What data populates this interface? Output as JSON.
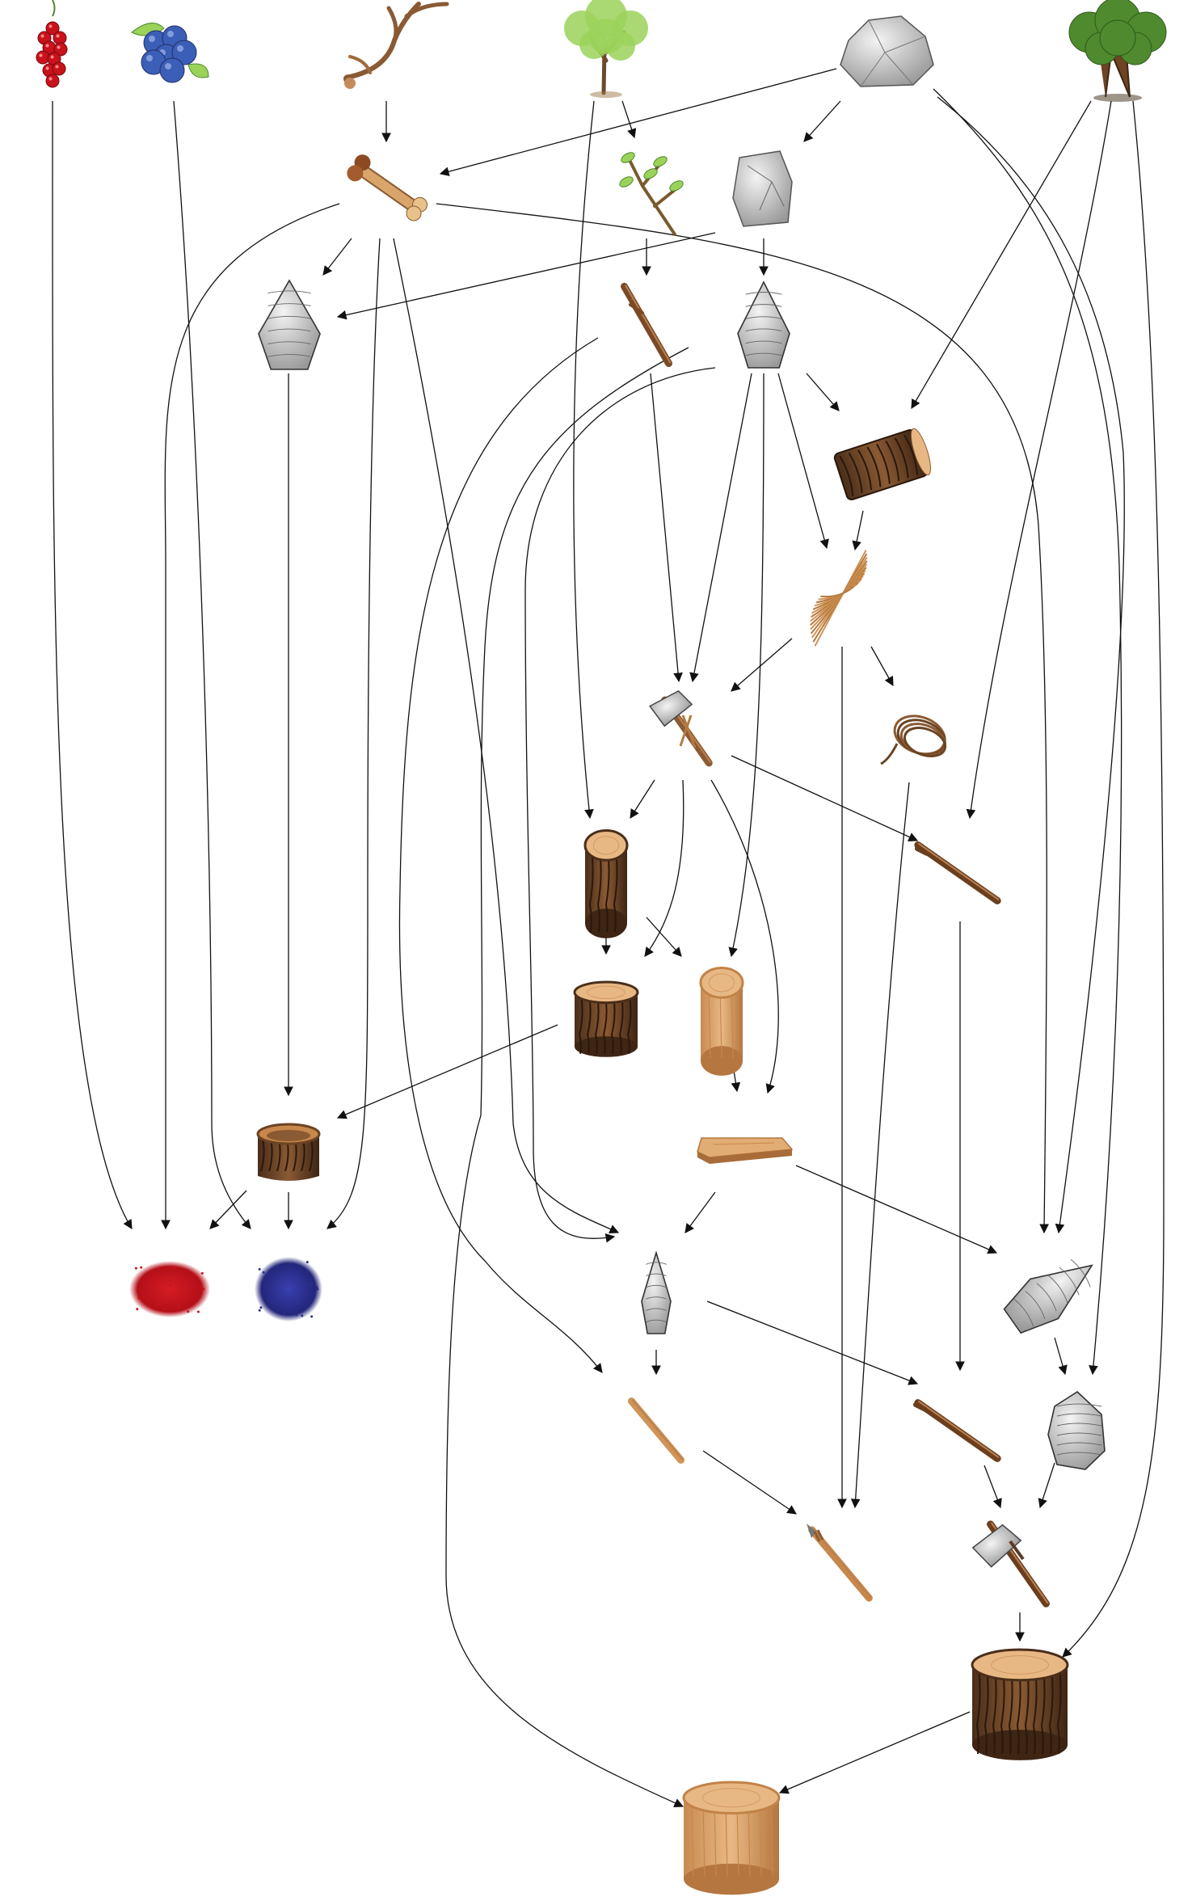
{
  "diagram": {
    "type": "crafting-dependency-graph",
    "colors": {
      "edge": "#111111",
      "bark_dark": "#5b3a22",
      "bark_mid": "#8a5a33",
      "wood_light": "#d9a067",
      "wood_core": "#e8b884",
      "stone_light": "#e7e7e7",
      "stone_dark": "#8c8c8c",
      "red_pigment": "#c8121c",
      "blue_pigment": "#2b2f8f",
      "leaf_light": "#9bd25a",
      "leaf_dark": "#4f8a2e"
    },
    "nodes": [
      {
        "id": "red-berries",
        "icon": "red-berries-icon"
      },
      {
        "id": "blueberries",
        "icon": "blueberries-icon"
      },
      {
        "id": "antler",
        "icon": "antler-icon"
      },
      {
        "id": "young-tree",
        "icon": "young-tree-icon"
      },
      {
        "id": "raw-stone",
        "icon": "raw-stone-icon"
      },
      {
        "id": "oak-tree",
        "icon": "oak-tree-icon"
      },
      {
        "id": "bone",
        "icon": "bone-icon"
      },
      {
        "id": "leafy-twig",
        "icon": "leafy-twig-icon"
      },
      {
        "id": "rock-chunk",
        "icon": "rock-chunk-icon"
      },
      {
        "id": "stone-handaxe",
        "icon": "stone-handaxe-icon"
      },
      {
        "id": "stick",
        "icon": "stick-icon"
      },
      {
        "id": "flint-core",
        "icon": "flint-core-icon"
      },
      {
        "id": "bark-slab",
        "icon": "bark-slab-icon"
      },
      {
        "id": "plant-fibers",
        "icon": "plant-fibers-icon"
      },
      {
        "id": "stone-hatchet",
        "icon": "stone-hatchet-icon"
      },
      {
        "id": "cord-coil",
        "icon": "cord-coil-icon"
      },
      {
        "id": "branch-club",
        "icon": "branch-club-icon"
      },
      {
        "id": "log-tall",
        "icon": "log-tall-icon"
      },
      {
        "id": "log-stump",
        "icon": "log-stump-icon"
      },
      {
        "id": "peeled-log",
        "icon": "peeled-log-icon"
      },
      {
        "id": "wood-plank",
        "icon": "wood-plank-icon"
      },
      {
        "id": "wooden-bowl",
        "icon": "wooden-bowl-icon"
      },
      {
        "id": "red-pigment",
        "icon": "red-pigment-icon"
      },
      {
        "id": "blue-pigment",
        "icon": "blue-pigment-icon"
      },
      {
        "id": "stone-point",
        "icon": "stone-point-icon"
      },
      {
        "id": "flint-blade",
        "icon": "flint-blade-icon"
      },
      {
        "id": "wooden-shaft",
        "icon": "wooden-shaft-icon"
      },
      {
        "id": "handle-branch",
        "icon": "handle-branch-icon"
      },
      {
        "id": "flint-scraper",
        "icon": "flint-scraper-icon"
      },
      {
        "id": "bound-spear",
        "icon": "bound-spear-icon"
      },
      {
        "id": "hafted-axe",
        "icon": "hafted-axe-icon"
      },
      {
        "id": "bark-log",
        "icon": "bark-log-icon"
      },
      {
        "id": "cut-log",
        "icon": "cut-log-icon"
      }
    ],
    "edges": [
      {
        "from": "antler",
        "to": "bone"
      },
      {
        "from": "raw-stone",
        "to": "bone"
      },
      {
        "from": "young-tree",
        "to": "leafy-twig"
      },
      {
        "from": "raw-stone",
        "to": "rock-chunk"
      },
      {
        "from": "bone",
        "to": "stone-handaxe"
      },
      {
        "from": "rock-chunk",
        "to": "stone-handaxe"
      },
      {
        "from": "leafy-twig",
        "to": "stick"
      },
      {
        "from": "rock-chunk",
        "to": "flint-core"
      },
      {
        "from": "flint-core",
        "to": "bark-slab"
      },
      {
        "from": "oak-tree",
        "to": "bark-slab"
      },
      {
        "from": "bark-slab",
        "to": "plant-fibers"
      },
      {
        "from": "flint-core",
        "to": "plant-fibers"
      },
      {
        "from": "stick",
        "to": "stone-hatchet"
      },
      {
        "from": "flint-core",
        "to": "stone-hatchet"
      },
      {
        "from": "plant-fibers",
        "to": "stone-hatchet"
      },
      {
        "from": "plant-fibers",
        "to": "cord-coil"
      },
      {
        "from": "stone-hatchet",
        "to": "branch-club"
      },
      {
        "from": "oak-tree",
        "to": "branch-club"
      },
      {
        "from": "young-tree",
        "to": "log-tall"
      },
      {
        "from": "stone-hatchet",
        "to": "log-tall"
      },
      {
        "from": "log-tall",
        "to": "log-stump"
      },
      {
        "from": "stone-hatchet",
        "to": "log-stump"
      },
      {
        "from": "log-tall",
        "to": "peeled-log"
      },
      {
        "from": "flint-core",
        "to": "peeled-log"
      },
      {
        "from": "peeled-log",
        "to": "wood-plank"
      },
      {
        "from": "stone-hatchet",
        "to": "wood-plank"
      },
      {
        "from": "stone-handaxe",
        "to": "wooden-bowl"
      },
      {
        "from": "log-stump",
        "to": "wooden-bowl"
      },
      {
        "from": "red-berries",
        "to": "red-pigment"
      },
      {
        "from": "bone",
        "to": "red-pigment"
      },
      {
        "from": "wooden-bowl",
        "to": "red-pigment"
      },
      {
        "from": "blueberries",
        "to": "blue-pigment"
      },
      {
        "from": "wooden-bowl",
        "to": "blue-pigment"
      },
      {
        "from": "bone",
        "to": "blue-pigment"
      },
      {
        "from": "wood-plank",
        "to": "stone-point"
      },
      {
        "from": "bone",
        "to": "stone-point"
      },
      {
        "from": "flint-core",
        "to": "stone-point"
      },
      {
        "from": "wood-plank",
        "to": "flint-blade"
      },
      {
        "from": "bone",
        "to": "flint-blade"
      },
      {
        "from": "raw-stone",
        "to": "flint-blade"
      },
      {
        "from": "stone-point",
        "to": "wooden-shaft"
      },
      {
        "from": "stick",
        "to": "wooden-shaft"
      },
      {
        "from": "stone-point",
        "to": "handle-branch"
      },
      {
        "from": "branch-club",
        "to": "handle-branch"
      },
      {
        "from": "flint-blade",
        "to": "flint-scraper"
      },
      {
        "from": "raw-stone",
        "to": "flint-scraper"
      },
      {
        "from": "wooden-shaft",
        "to": "bound-spear"
      },
      {
        "from": "plant-fibers",
        "to": "bound-spear"
      },
      {
        "from": "cord-coil",
        "to": "bound-spear"
      },
      {
        "from": "handle-branch",
        "to": "hafted-axe"
      },
      {
        "from": "flint-scraper",
        "to": "hafted-axe"
      },
      {
        "from": "hafted-axe",
        "to": "bark-log"
      },
      {
        "from": "oak-tree",
        "to": "bark-log"
      },
      {
        "from": "bark-log",
        "to": "cut-log"
      },
      {
        "from": "stick",
        "to": "cut-log"
      }
    ]
  }
}
